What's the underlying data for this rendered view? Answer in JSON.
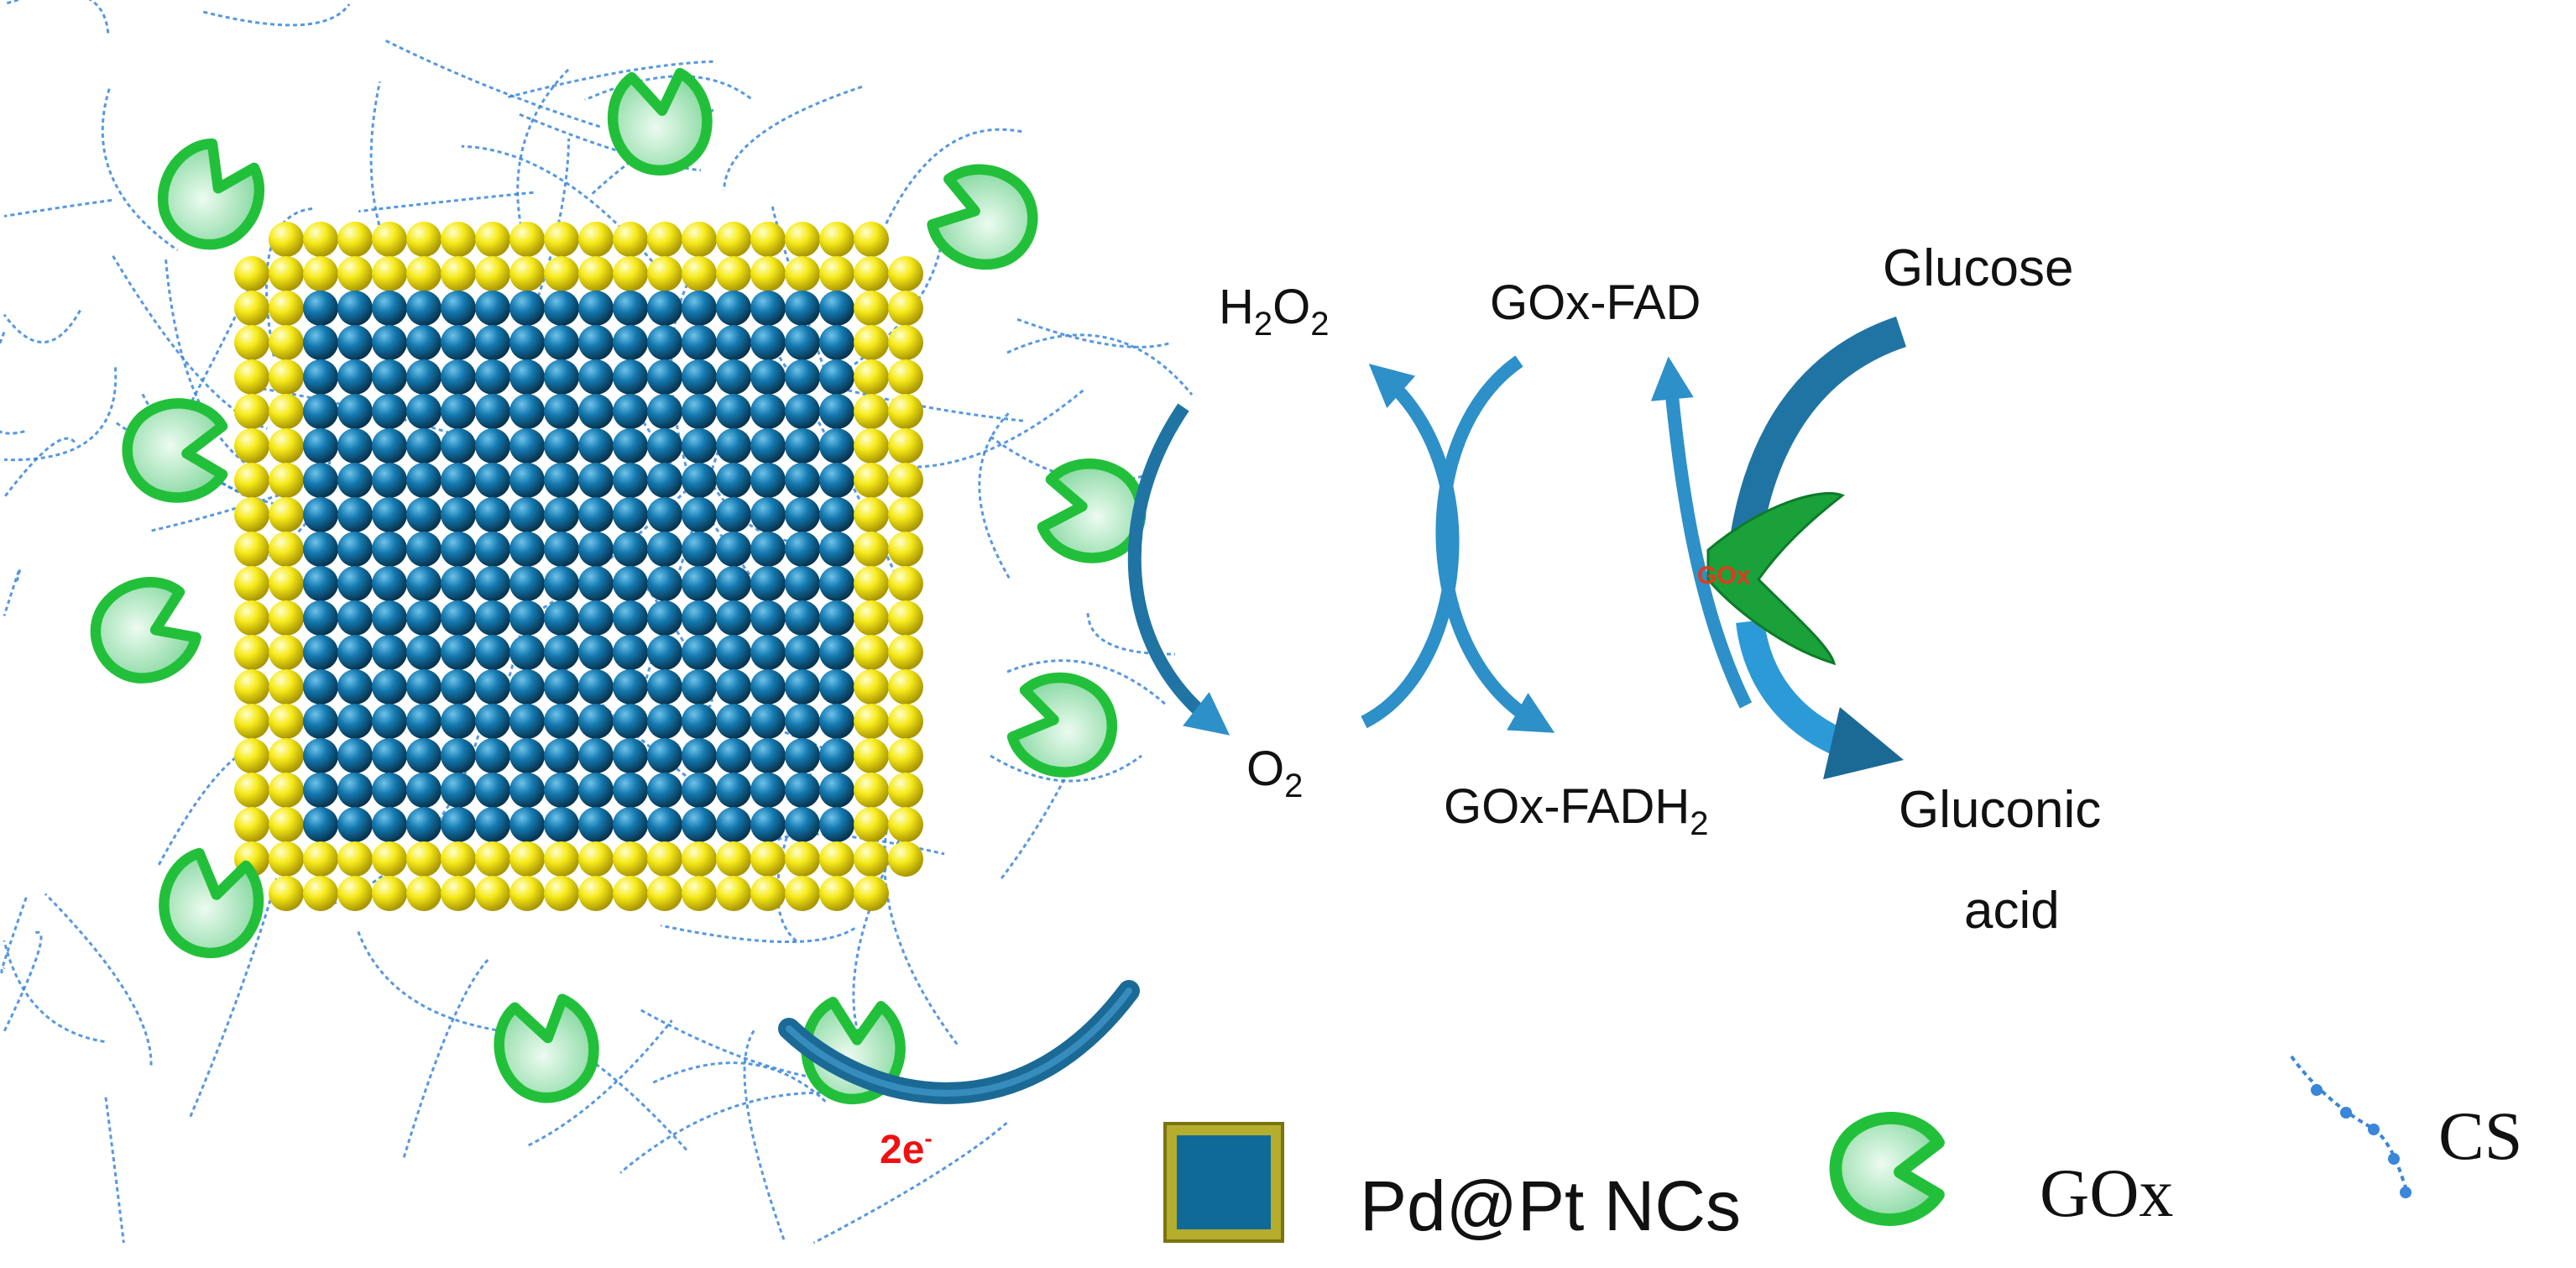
{
  "species": {
    "h2o2": {
      "main": "H",
      "sub1": "2",
      "mid": "O",
      "sub2": "2"
    },
    "o2": {
      "main": "O",
      "sub": "2"
    },
    "gox_fad": "GOx-FAD",
    "gox_fadh2": {
      "main": "GOx-FADH",
      "sub": "2"
    },
    "glucose": "Glucose",
    "gluconic_acid": {
      "line1": "Gluconic",
      "line2": "acid"
    },
    "enzyme_label": "GOx"
  },
  "electron_transfer": {
    "label": "2e",
    "sup": "-"
  },
  "legend": {
    "nanocrystal": "Pd@Pt NCs",
    "enzyme": "GOx",
    "chitosan": "CS"
  },
  "colors": {
    "pt_shell": "#f2e600",
    "pd_core": "#0f6a9a",
    "enzyme_outline": "#22c03a",
    "enzyme_fill": "#b9eccb",
    "chitosan": "#3a86d8",
    "arrow": "#3a9fd8",
    "arrow_dark": "#1b6a95",
    "electron_label": "#ee1111",
    "center_enzyme": "#1aa13a"
  }
}
